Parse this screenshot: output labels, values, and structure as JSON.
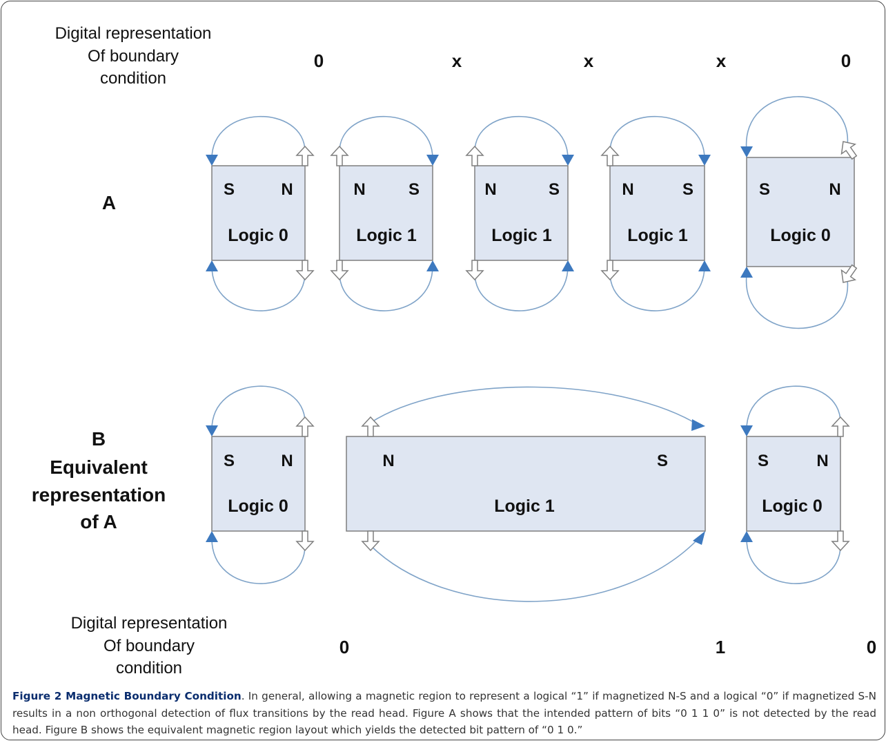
{
  "top_header": [
    "Digital representation",
    "Of boundary",
    "condition"
  ],
  "bottom_header": [
    "Digital representation",
    "Of boundary",
    "condition"
  ],
  "top_bits": [
    "0",
    "x",
    "x",
    "x",
    "0"
  ],
  "bottom_bits": [
    "0",
    "1",
    "0"
  ],
  "label_a": "A",
  "label_b": [
    "B",
    "Equivalent",
    "representation",
    "of A"
  ],
  "row_a": [
    {
      "left": "S",
      "right": "N",
      "logic": "Logic 0"
    },
    {
      "left": "N",
      "right": "S",
      "logic": "Logic 1"
    },
    {
      "left": "N",
      "right": "S",
      "logic": "Logic 1"
    },
    {
      "left": "N",
      "right": "S",
      "logic": "Logic 1"
    },
    {
      "left": "S",
      "right": "N",
      "logic": "Logic 0"
    }
  ],
  "row_b": [
    {
      "left": "S",
      "right": "N",
      "logic": "Logic 0"
    },
    {
      "left": "N",
      "right": "S",
      "logic": "Logic 1"
    },
    {
      "left": "S",
      "right": "N",
      "logic": "Logic 0"
    }
  ],
  "caption": {
    "title": "Figure 2 Magnetic Boundary Condition",
    "text": ". In general, allowing a magnetic region to represent a logical “1” if magnetized N-S and a logical “0” if magnetized S-N results in a non orthogonal detection of flux transitions by the read head. Figure A shows that the intended pattern of bits “0 1 1 0” is not detected by the read head. Figure B shows the equivalent magnetic region layout which yields the detected bit pattern of “0 1 0.”"
  },
  "colors": {
    "box_fill": "#dfe6f2",
    "box_stroke": "#7f7f7f",
    "curve": "#7fa3c8",
    "arrowhead": "#3d79bf",
    "caption_title": "#0a2d6e"
  }
}
